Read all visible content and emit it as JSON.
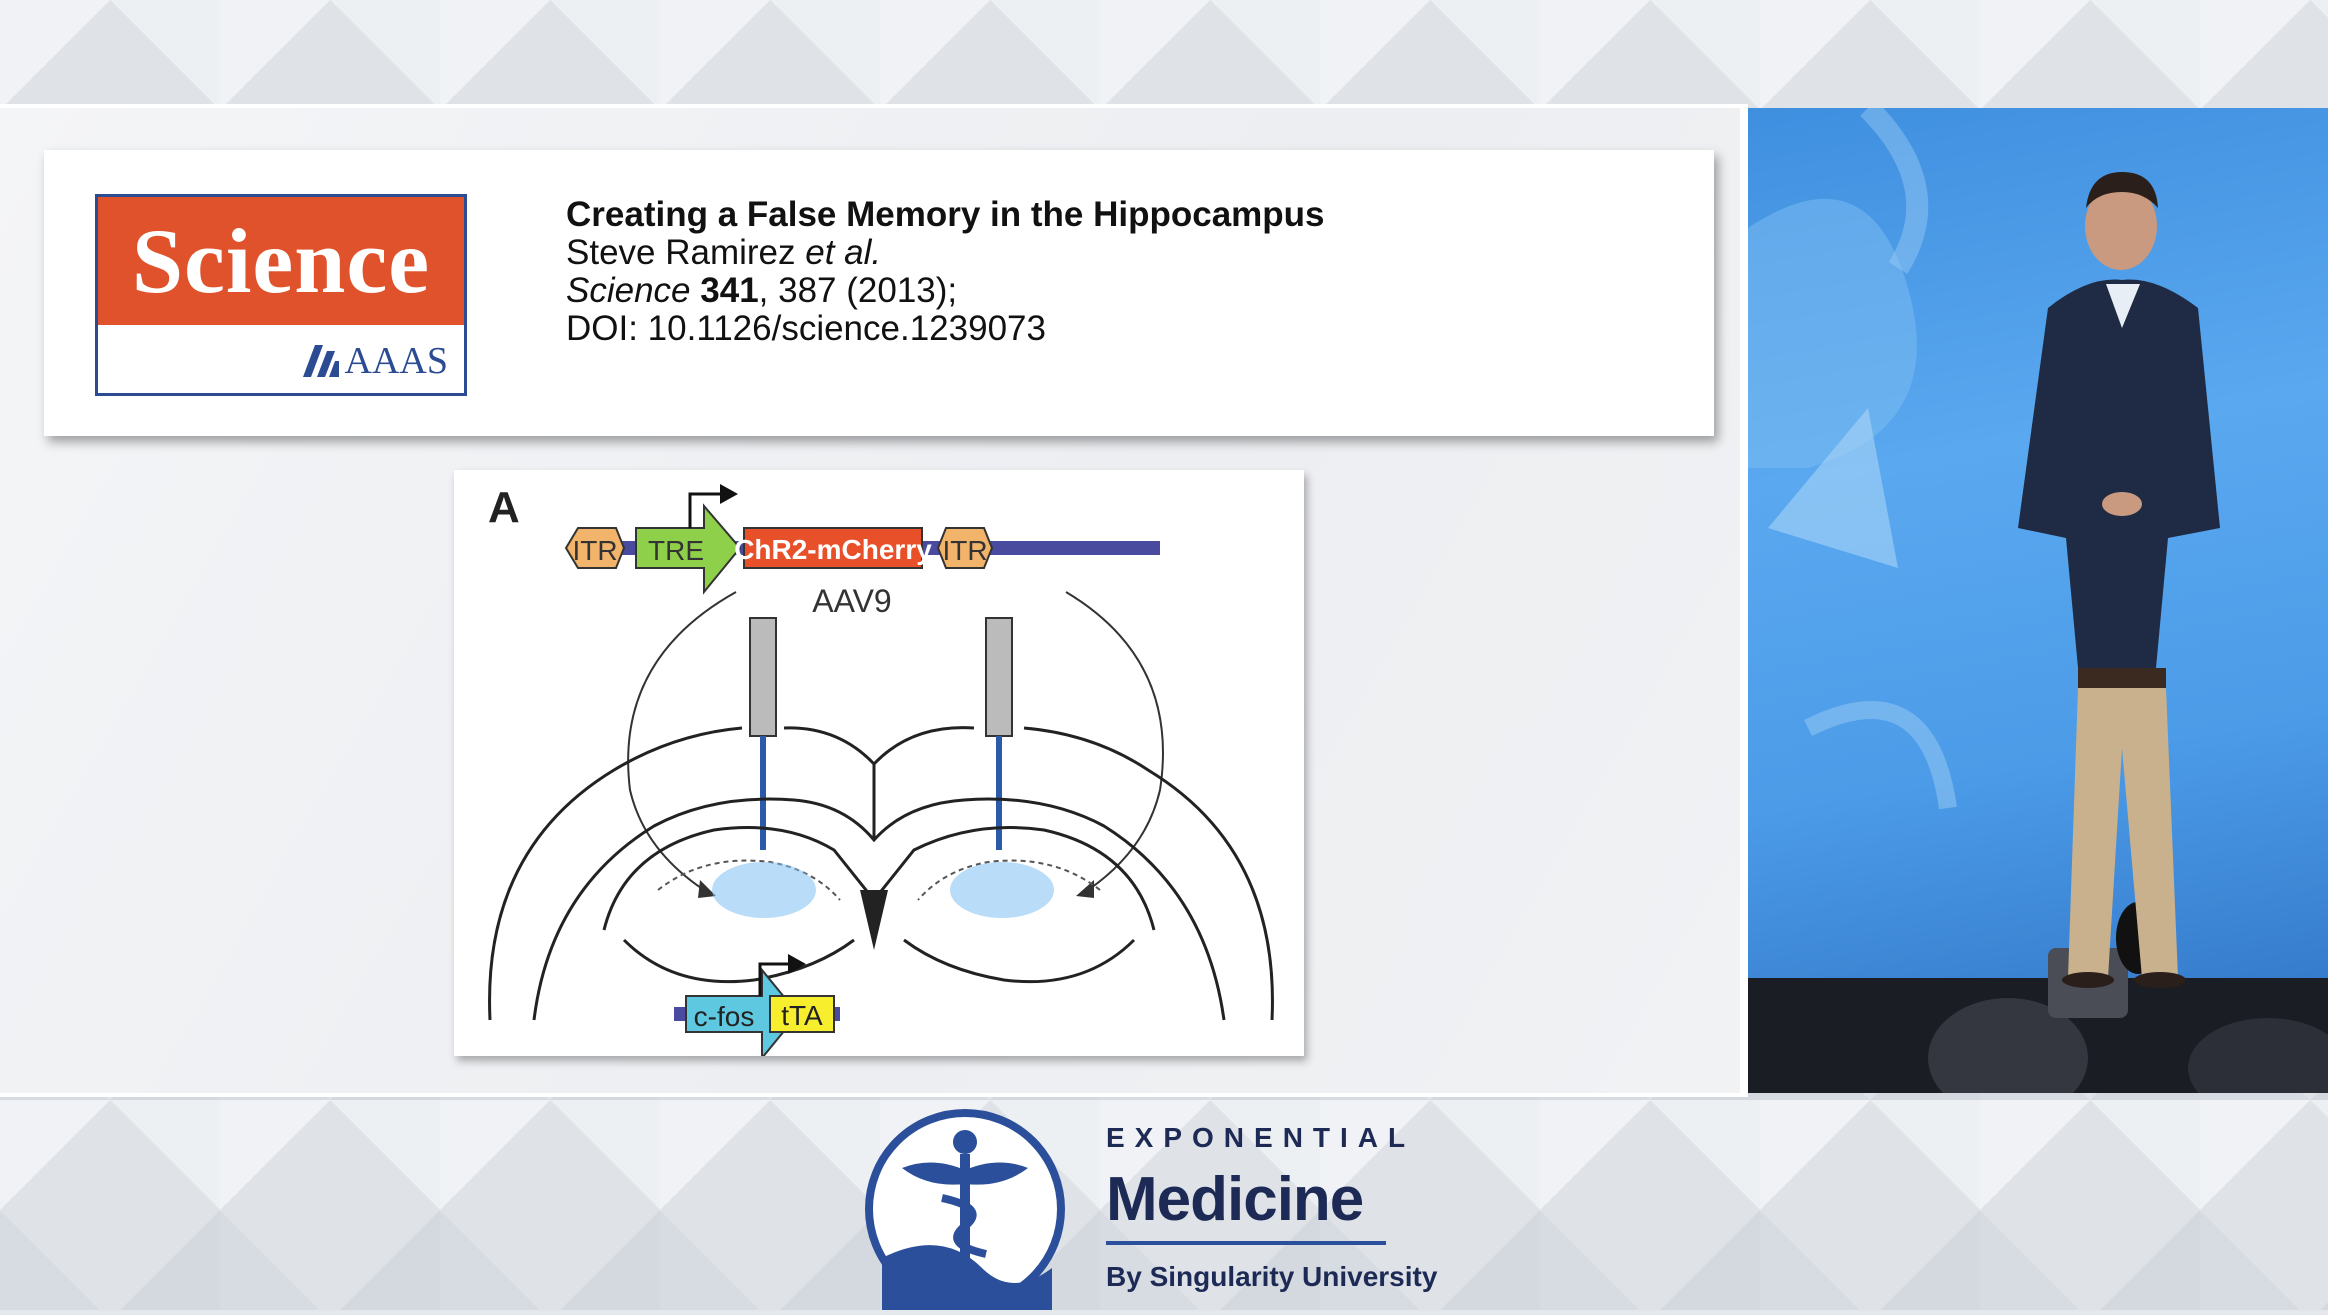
{
  "citation": {
    "journal_logo_word": "Science",
    "publisher_logo_text": "AAAS",
    "title": "Creating a False Memory in the Hippocampus",
    "authors": "Steve Ramirez",
    "authors_suffix": "et al.",
    "journal": "Science",
    "volume": "341",
    "pages_year": ", 387 (2013);",
    "doi": "DOI: 10.1126/science.1239073"
  },
  "figure": {
    "panel_label": "A",
    "construct_top": [
      "ITR",
      "TRE",
      "ChR2-mCherry",
      "ITR"
    ],
    "vector_label": "AAV9",
    "construct_bottom": [
      "c-fos",
      "tTA"
    ],
    "colors": {
      "itr": "#f2b36b",
      "tre": "#8fd04a",
      "chr2": "#e8502a",
      "cfos": "#5ec8e0",
      "tta": "#f7ee2e",
      "backbone": "#4a4a9e"
    }
  },
  "footer": {
    "org_line": "EXPONENTIAL",
    "brand": "Medicine",
    "byline": "By Singularity University",
    "colors": {
      "brand": "#1d2a55",
      "accent": "#2b4f9a"
    }
  }
}
